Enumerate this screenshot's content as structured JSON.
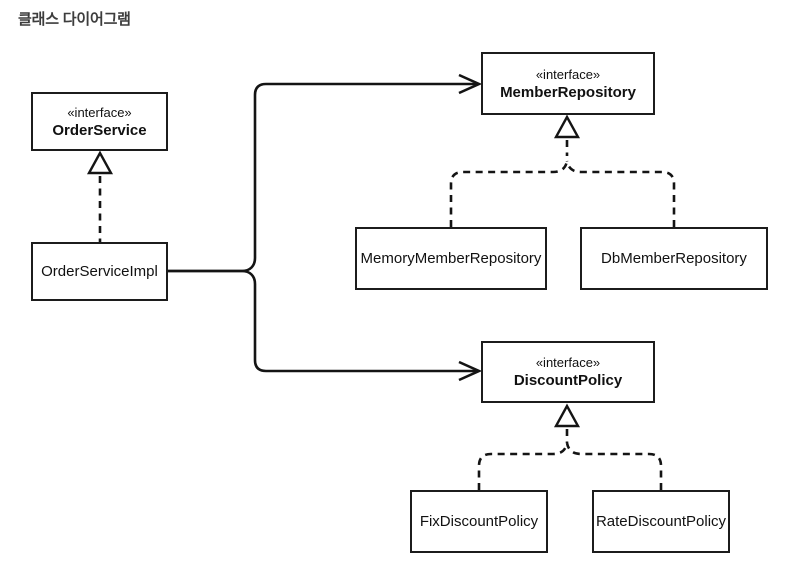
{
  "page": {
    "title": "클래스 다이어그램"
  },
  "diagram": {
    "classes": {
      "order_service": {
        "stereotype": "«interface»",
        "name": "OrderService"
      },
      "order_service_impl": {
        "name": "OrderServiceImpl"
      },
      "member_repository": {
        "stereotype": "«interface»",
        "name": "MemberRepository"
      },
      "memory_member_repository": {
        "name": "MemoryMemberRepository"
      },
      "db_member_repository": {
        "name": "DbMemberRepository"
      },
      "discount_policy": {
        "stereotype": "«interface»",
        "name": "DiscountPolicy"
      },
      "fix_discount_policy": {
        "name": "FixDiscountPolicy"
      },
      "rate_discount_policy": {
        "name": "RateDiscountPolicy"
      }
    },
    "relationships": [
      {
        "from": "OrderServiceImpl",
        "to": "OrderService",
        "type": "realization",
        "line": "dashed",
        "head": "hollow-triangle"
      },
      {
        "from": "OrderServiceImpl",
        "to": "MemberRepository",
        "type": "dependency",
        "line": "solid",
        "head": "open-arrow"
      },
      {
        "from": "OrderServiceImpl",
        "to": "DiscountPolicy",
        "type": "dependency",
        "line": "solid",
        "head": "open-arrow"
      },
      {
        "from": "MemoryMemberRepository",
        "to": "MemberRepository",
        "type": "realization",
        "line": "dashed",
        "head": "hollow-triangle"
      },
      {
        "from": "DbMemberRepository",
        "to": "MemberRepository",
        "type": "realization",
        "line": "dashed",
        "head": "hollow-triangle"
      },
      {
        "from": "FixDiscountPolicy",
        "to": "DiscountPolicy",
        "type": "realization",
        "line": "dashed",
        "head": "hollow-triangle"
      },
      {
        "from": "RateDiscountPolicy",
        "to": "DiscountPolicy",
        "type": "realization",
        "line": "dashed",
        "head": "hollow-triangle"
      }
    ],
    "colors": {
      "background": "#ffffff",
      "line": "#141414",
      "box_border": "#1c1c1c",
      "text": "#111111",
      "title": "#3d3d3d"
    }
  }
}
